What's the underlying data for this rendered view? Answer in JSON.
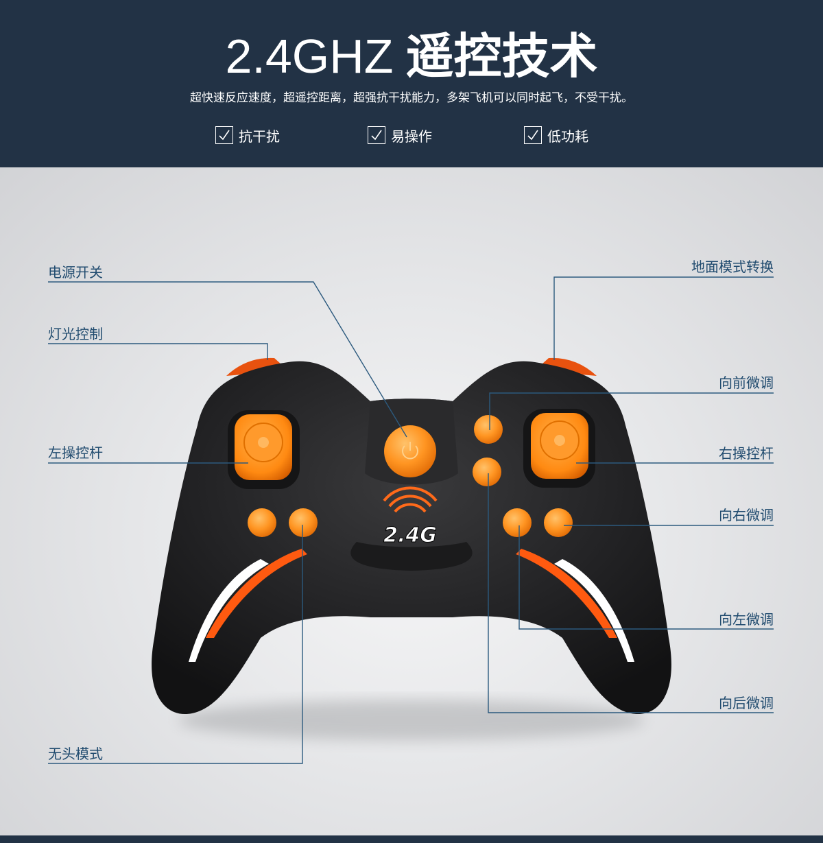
{
  "header": {
    "title_num": "2.4GHZ",
    "title_cn": "遥控技术",
    "subtitle": "超快速反应速度，超遥控距离，超强抗干扰能力，多架飞机可以同时起飞，不受干扰。",
    "features": [
      "抗干扰",
      "易操作",
      "低功耗"
    ]
  },
  "labels": {
    "power_switch": "电源开关",
    "light_control": "灯光控制",
    "left_stick": "左操控杆",
    "headless_mode": "无头模式",
    "ground_mode": "地面模式转换",
    "forward_trim": "向前微调",
    "right_stick": "右操控杆",
    "right_trim": "向右微调",
    "left_trim": "向左微调",
    "backward_trim": "向后微调"
  },
  "controller": {
    "logo_text": "2.4G"
  },
  "colors": {
    "header_bg": "#223245",
    "label_text": "#1f4a6e",
    "accent_orange": "#ff8a1a",
    "controller_body": "#1e1e1f"
  }
}
